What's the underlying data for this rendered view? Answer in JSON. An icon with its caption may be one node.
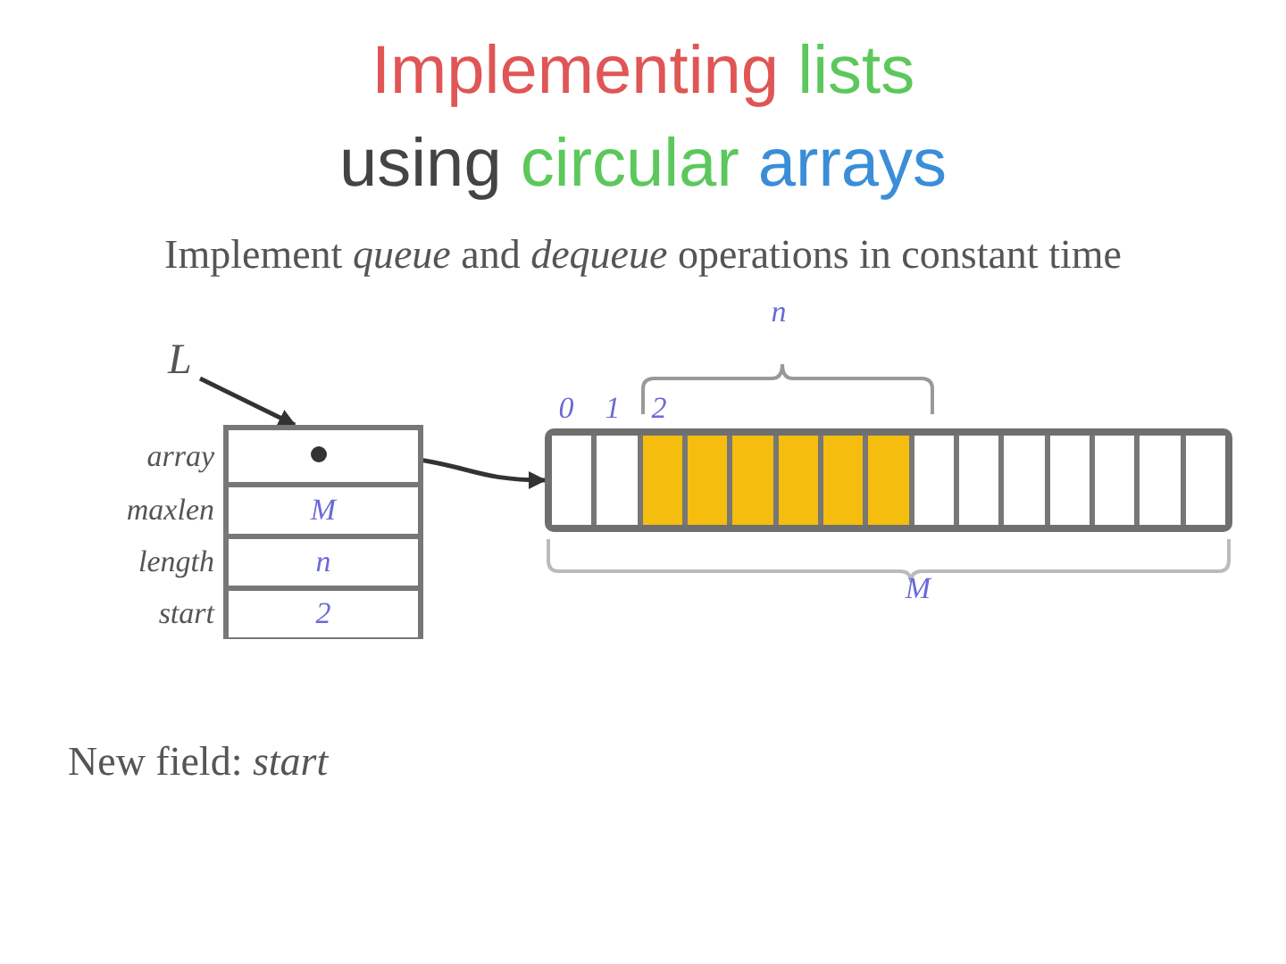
{
  "diagram": {
    "title": "Implementing lists using circular arrays",
    "nodes": [
      {
        "text": [
          "L"
        ]
      },
      {
        "text": [],
        "shape": "box"
      },
      {
        "text": [],
        "shape": "box",
        "in": 1,
        "beside": [
          "array"
        ]
      },
      {
        "text": [
          "M"
        ],
        "in": 1,
        "beside": [
          "maxlen"
        ]
      },
      {
        "text": [
          "n"
        ],
        "in": 1,
        "beside": [
          "length"
        ]
      },
      {
        "text": [
          "2"
        ],
        "in": 1,
        "beside": [
          "start"
        ]
      },
      {
        "text": [],
        "shape": "bar",
        "beside": [
          "0",
          "1",
          "2"
        ]
      }
    ],
    "edges": [
      {
        "from": 0,
        "to": 1,
        "arrow": "to"
      },
      {
        "from": 2,
        "to": 6,
        "arrow": "to"
      }
    ],
    "labels": [
      "Implement *queue* and *dequeue* operations in constant time",
      "n",
      "M",
      "New field: *start*"
    ]
  }
}
